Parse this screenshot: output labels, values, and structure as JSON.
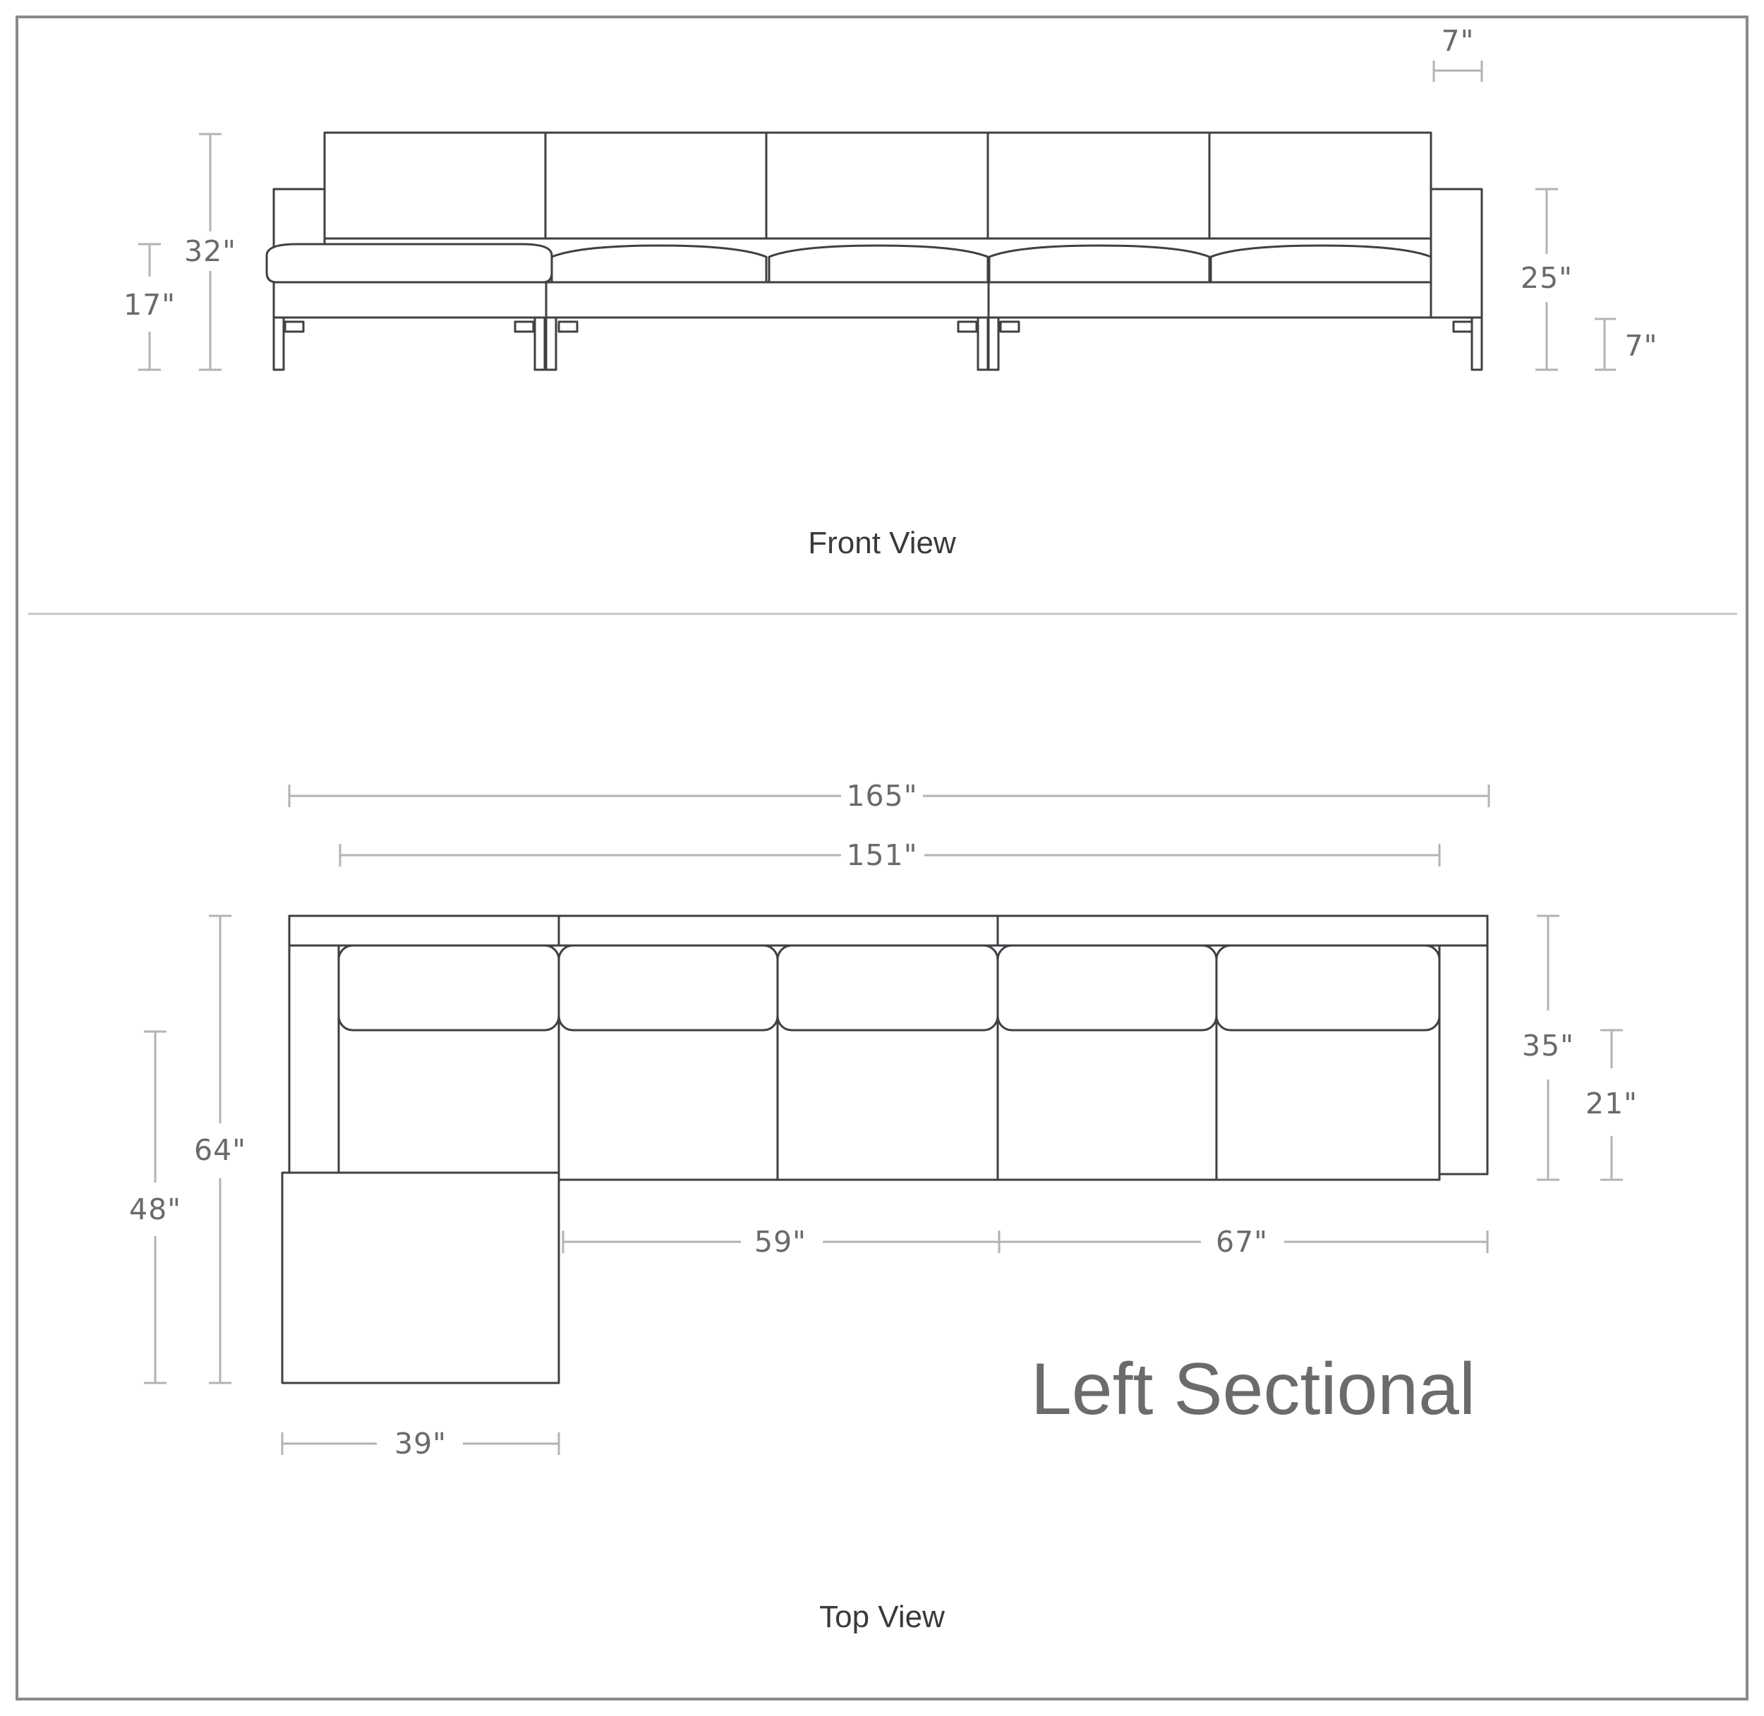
{
  "front_view": {
    "label": "Front View",
    "dims": {
      "arm_width_top": "7\"",
      "overall_height": "32\"",
      "seat_height": "17\"",
      "arm_height": "25\"",
      "leg_height": "7\""
    }
  },
  "top_view": {
    "label": "Top View",
    "dims": {
      "overall_width": "165\"",
      "inner_width": "151\"",
      "overall_depth": "64\"",
      "chaise_depth": "48\"",
      "depth": "35\"",
      "seat_depth": "21\"",
      "middle_section": "59\"",
      "right_section": "67\"",
      "chaise_width": "39\""
    }
  },
  "title": "Left Sectional",
  "colors": {
    "frame": "#8a8a8a",
    "divider": "#c4c4c4",
    "outline": "#3f3f44",
    "dimension": "#b3b3b3"
  }
}
